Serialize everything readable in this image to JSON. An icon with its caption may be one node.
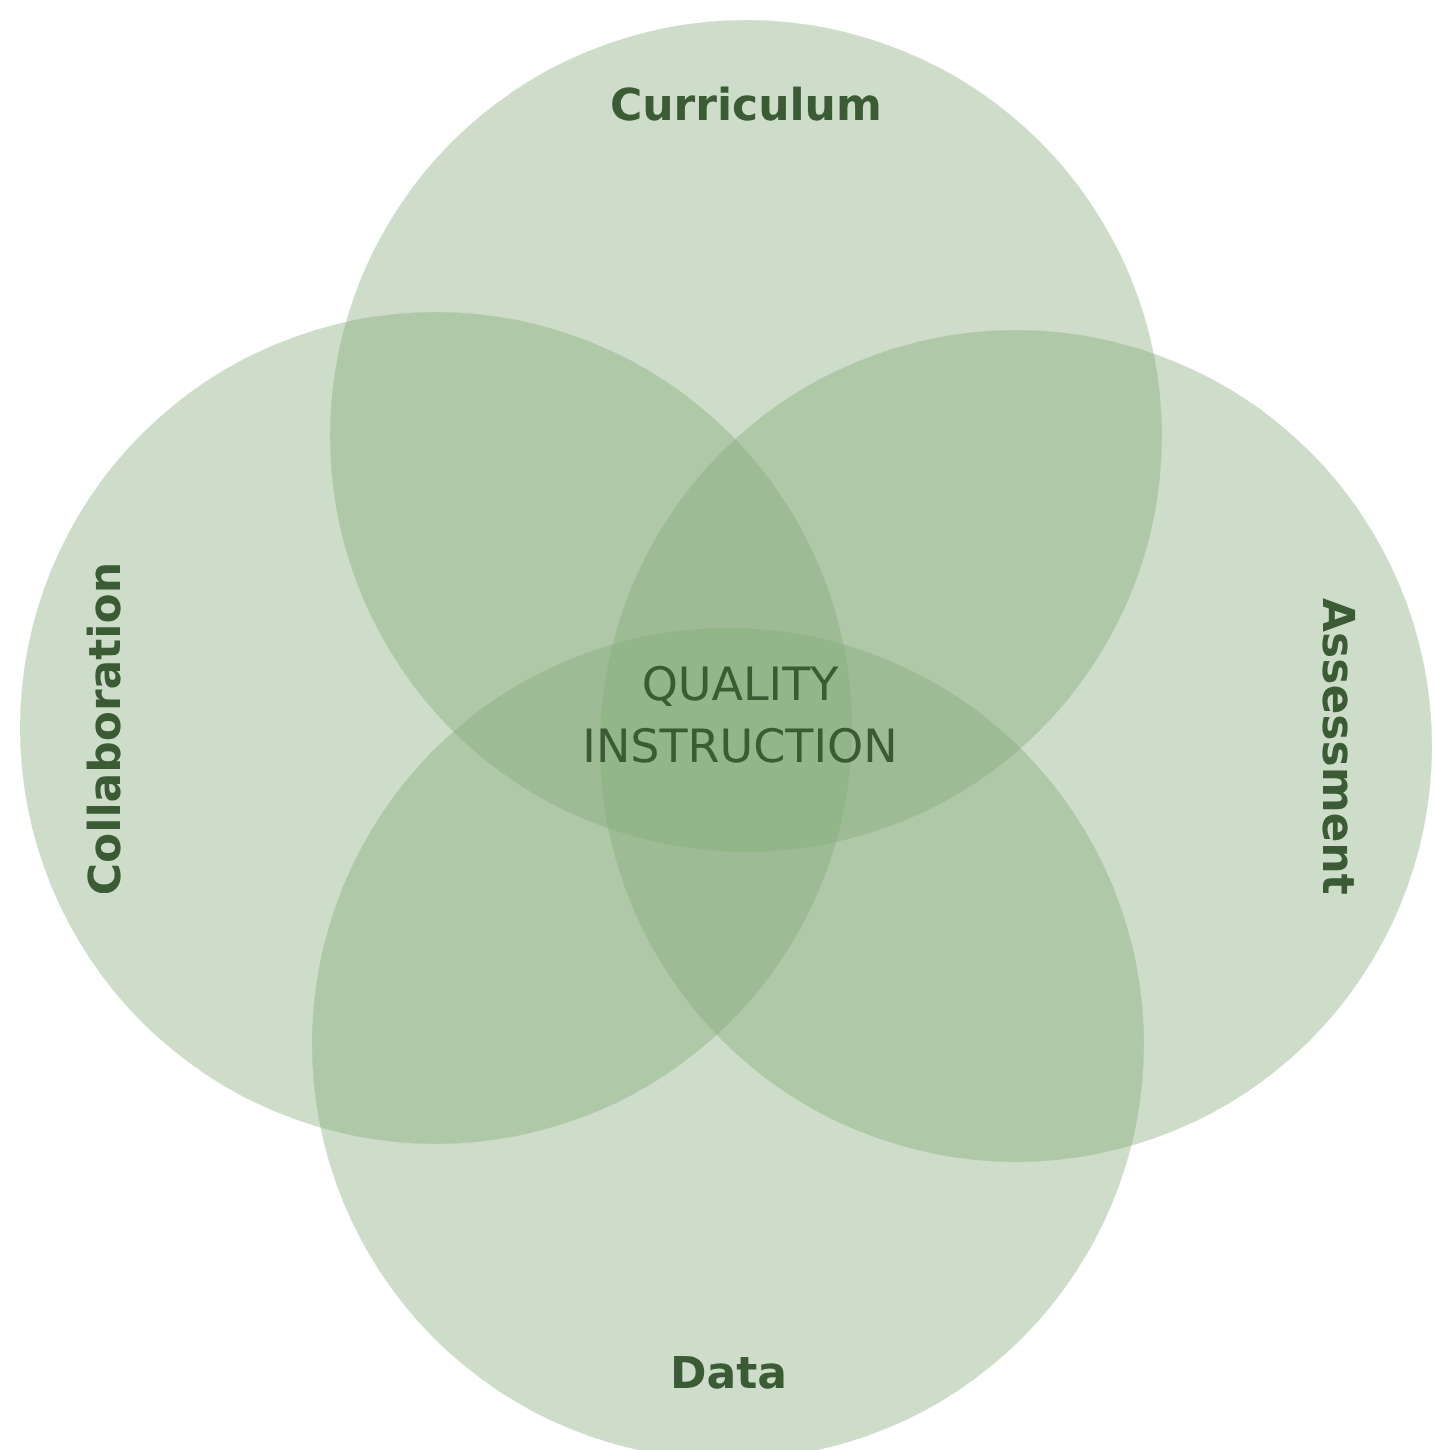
{
  "diagram": {
    "nodes": [
      {
        "text": [
          "Curriculum"
        ]
      },
      {
        "text": [
          "Collaboration"
        ]
      },
      {
        "text": [
          "Assessment"
        ]
      },
      {
        "text": [
          "Data"
        ]
      }
    ],
    "labels": [
      "QUALITY INSTRUCTION"
    ]
  }
}
